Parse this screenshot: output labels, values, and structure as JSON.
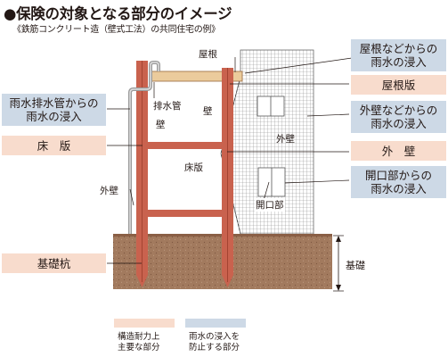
{
  "header": {
    "title": "●保険の対象となる部分のイメージ",
    "subtitle": "《鉄筋コンクリート造（壁式工法）の共同住宅の例》"
  },
  "diagram_labels": {
    "roof": "屋根",
    "drain_pipe": "排水管",
    "wall_left": "壁",
    "wall_right": "壁",
    "floor_slab": "床版",
    "outer_wall_left": "外壁",
    "outer_wall_right": "外壁",
    "opening": "開口部",
    "foundation": "基礎"
  },
  "callouts": {
    "rain_roof": [
      "屋根などからの",
      "雨水の浸入"
    ],
    "roof_slab": "屋根版",
    "rain_outer_wall": [
      "外壁などからの",
      "雨水の浸入"
    ],
    "outer_wall": "外　壁",
    "rain_opening": [
      "開口部からの",
      "雨水の浸入"
    ],
    "rain_drain_pipe": [
      "雨水排水管からの",
      "雨水の浸入"
    ],
    "floor_slab": "床　版",
    "foundation_pile": "基礎杭"
  },
  "legend": {
    "structural": [
      "構造耐力上",
      "主要な部分"
    ],
    "rain_prevention": [
      "雨水の浸入を",
      "防止する部分"
    ]
  },
  "colors": {
    "structural_pink": "#f8dccd",
    "rain_blue": "#cdd9e6",
    "column_red": "#c9624e",
    "ground_brown": "#a0755a"
  }
}
